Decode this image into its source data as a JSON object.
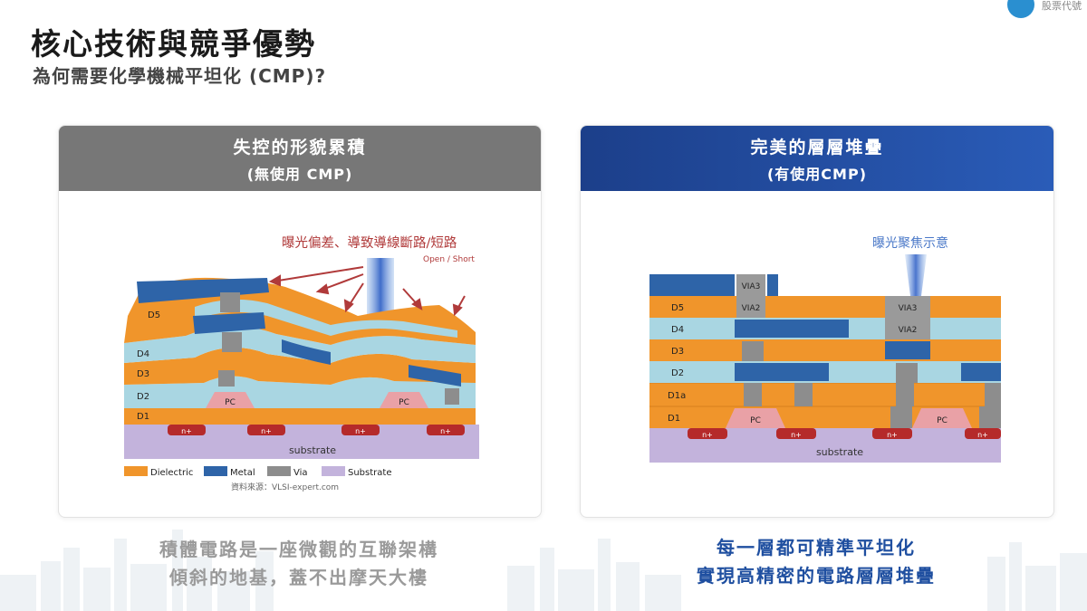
{
  "logo": {
    "text": "股票代號"
  },
  "page": {
    "title": "核心技術與競爭優勢",
    "subtitle": "為何需要化學機械平坦化 (CMP)?"
  },
  "left_panel": {
    "title": "失控的形貌累積",
    "subtitle": "(無使用 CMP)",
    "annotation": "曝光偏差、導致導線斷路/短路",
    "annotation_en": "Open / Short",
    "layers": {
      "d5": "D5",
      "d4": "D4",
      "d3": "D3",
      "d2": "D2",
      "d1": "D1"
    },
    "pc": "PC",
    "nplus": "n+",
    "substrate": "substrate",
    "legend": [
      {
        "label": "Dielectric",
        "color": "#f0952b"
      },
      {
        "label": "Metal",
        "color": "#2e64a8"
      },
      {
        "label": "Via",
        "color": "#8d8d8d"
      },
      {
        "label": "Substrate",
        "color": "#c3b3dc"
      }
    ],
    "source": "資料來源：VLSI-expert.com",
    "caption_line1": "積體電路是一座微觀的互聯架構",
    "caption_line2": "傾斜的地基，蓋不出摩天大樓"
  },
  "right_panel": {
    "title": "完美的層層堆疊",
    "subtitle": "(有使用CMP)",
    "annotation": "曝光聚焦示意",
    "layers": {
      "d5": "D5",
      "d4": "D4",
      "d3": "D3",
      "d2": "D2",
      "d1a": "D1a",
      "d1": "D1"
    },
    "via3": "VIA3",
    "via2": "VIA2",
    "pc": "PC",
    "nplus": "n+",
    "substrate": "substrate",
    "caption_line1": "每一層都可精準平坦化",
    "caption_line2": "實現高精密的電路層層堆疊"
  },
  "colors": {
    "dielectric": "#f0952b",
    "metal": "#2e64a8",
    "via": "#8d8d8d",
    "substrate": "#c3b3dc",
    "light_blue": "#a9d6e2",
    "pc": "#e9a1a6",
    "nplus": "#b52a2a",
    "annotation_red": "#b03a3a",
    "annotation_blue": "#4a78c8"
  }
}
